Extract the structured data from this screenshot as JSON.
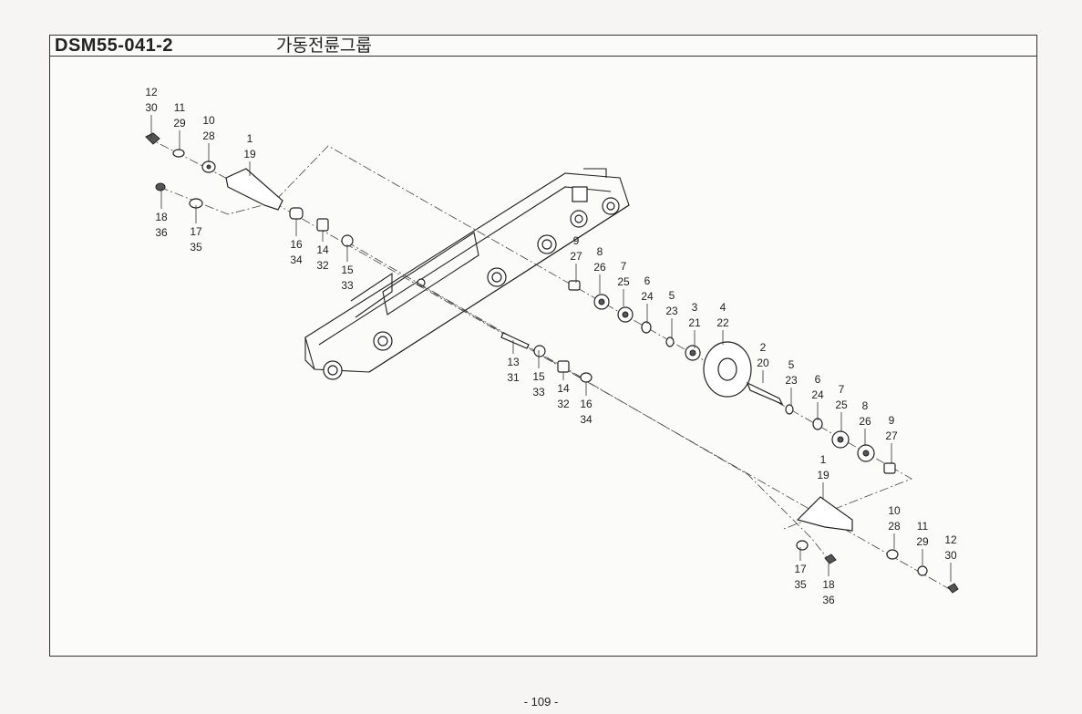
{
  "header": {
    "code": "DSM55-041-2",
    "title": "가동전륜그룹"
  },
  "page_number": "- 109 -",
  "callouts": [
    {
      "a": "12",
      "b": "30"
    },
    {
      "a": "11",
      "b": "29"
    },
    {
      "a": "10",
      "b": "28"
    },
    {
      "a": "1",
      "b": "19"
    },
    {
      "a": "18",
      "b": "36"
    },
    {
      "a": "17",
      "b": "35"
    },
    {
      "a": "16",
      "b": "34"
    },
    {
      "a": "14",
      "b": "32"
    },
    {
      "a": "15",
      "b": "33"
    },
    {
      "a": "9",
      "b": "27"
    },
    {
      "a": "8",
      "b": "26"
    },
    {
      "a": "7",
      "b": "25"
    },
    {
      "a": "6",
      "b": "24"
    },
    {
      "a": "5",
      "b": "23"
    },
    {
      "a": "3",
      "b": "21"
    },
    {
      "a": "4",
      "b": "22"
    },
    {
      "a": "2",
      "b": "20"
    },
    {
      "a": "5",
      "b": "23"
    },
    {
      "a": "6",
      "b": "24"
    },
    {
      "a": "7",
      "b": "25"
    },
    {
      "a": "8",
      "b": "26"
    },
    {
      "a": "9",
      "b": "27"
    },
    {
      "a": "13",
      "b": "31"
    },
    {
      "a": "15",
      "b": "33"
    },
    {
      "a": "14",
      "b": "32"
    },
    {
      "a": "16",
      "b": "34"
    },
    {
      "a": "1",
      "b": "19"
    },
    {
      "a": "10",
      "b": "28"
    },
    {
      "a": "11",
      "b": "29"
    },
    {
      "a": "12",
      "b": "30"
    },
    {
      "a": "17",
      "b": "35"
    },
    {
      "a": "18",
      "b": "36"
    }
  ]
}
